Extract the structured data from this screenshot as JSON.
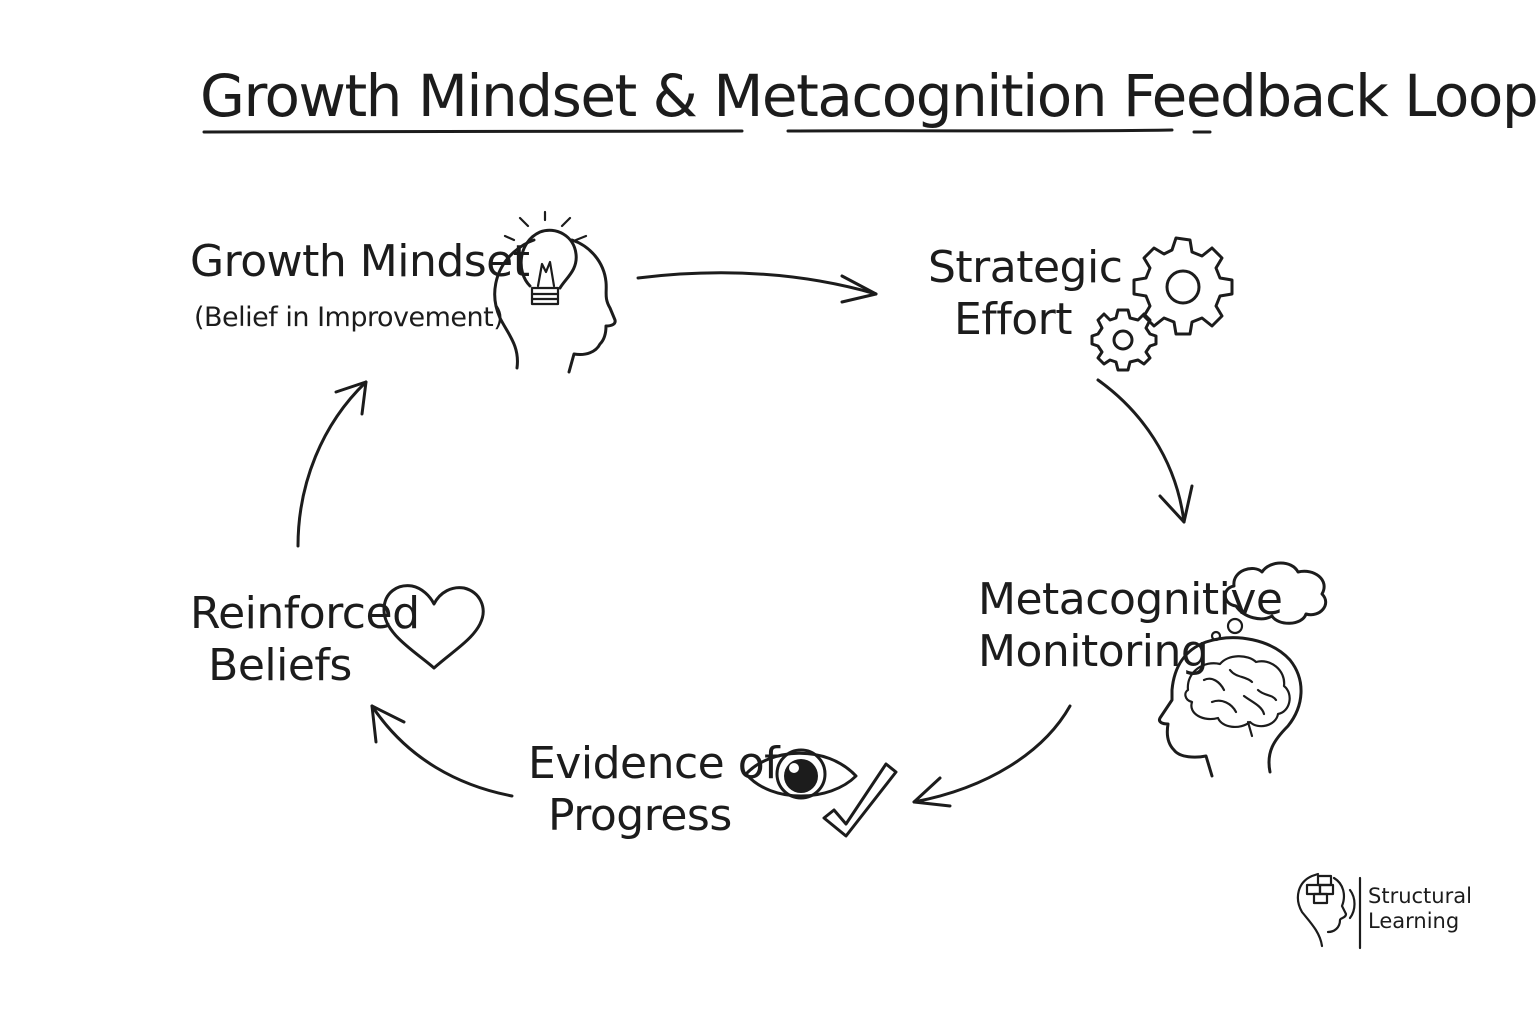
{
  "title": "Growth Mindset & Metacognition Feedback Loop",
  "nodes": {
    "growth_mindset": {
      "label": "Growth Mindset",
      "sublabel": "(Belief in Improvement)",
      "icon": "head-with-lightbulb-icon"
    },
    "strategic_effort": {
      "line1": "Strategic",
      "line2": "Effort",
      "icon": "gears-icon"
    },
    "metacognitive_monitoring": {
      "line1": "Metacognitive",
      "line2": "Monitoring",
      "icon": "head-with-brain-and-thought-bubble-icon"
    },
    "evidence_of_progress": {
      "line1": "Evidence of",
      "line2": "Progress",
      "icon": "eye-with-checkmark-icon"
    },
    "reinforced_beliefs": {
      "line1": "Reinforced",
      "line2": "Beliefs",
      "icon": "heart-icon"
    }
  },
  "brand": {
    "line1": "Structural",
    "line2": "Learning",
    "icon": "head-with-blocks-logo"
  },
  "colors": {
    "ink": "#1c1c1c",
    "background": "#ffffff"
  }
}
